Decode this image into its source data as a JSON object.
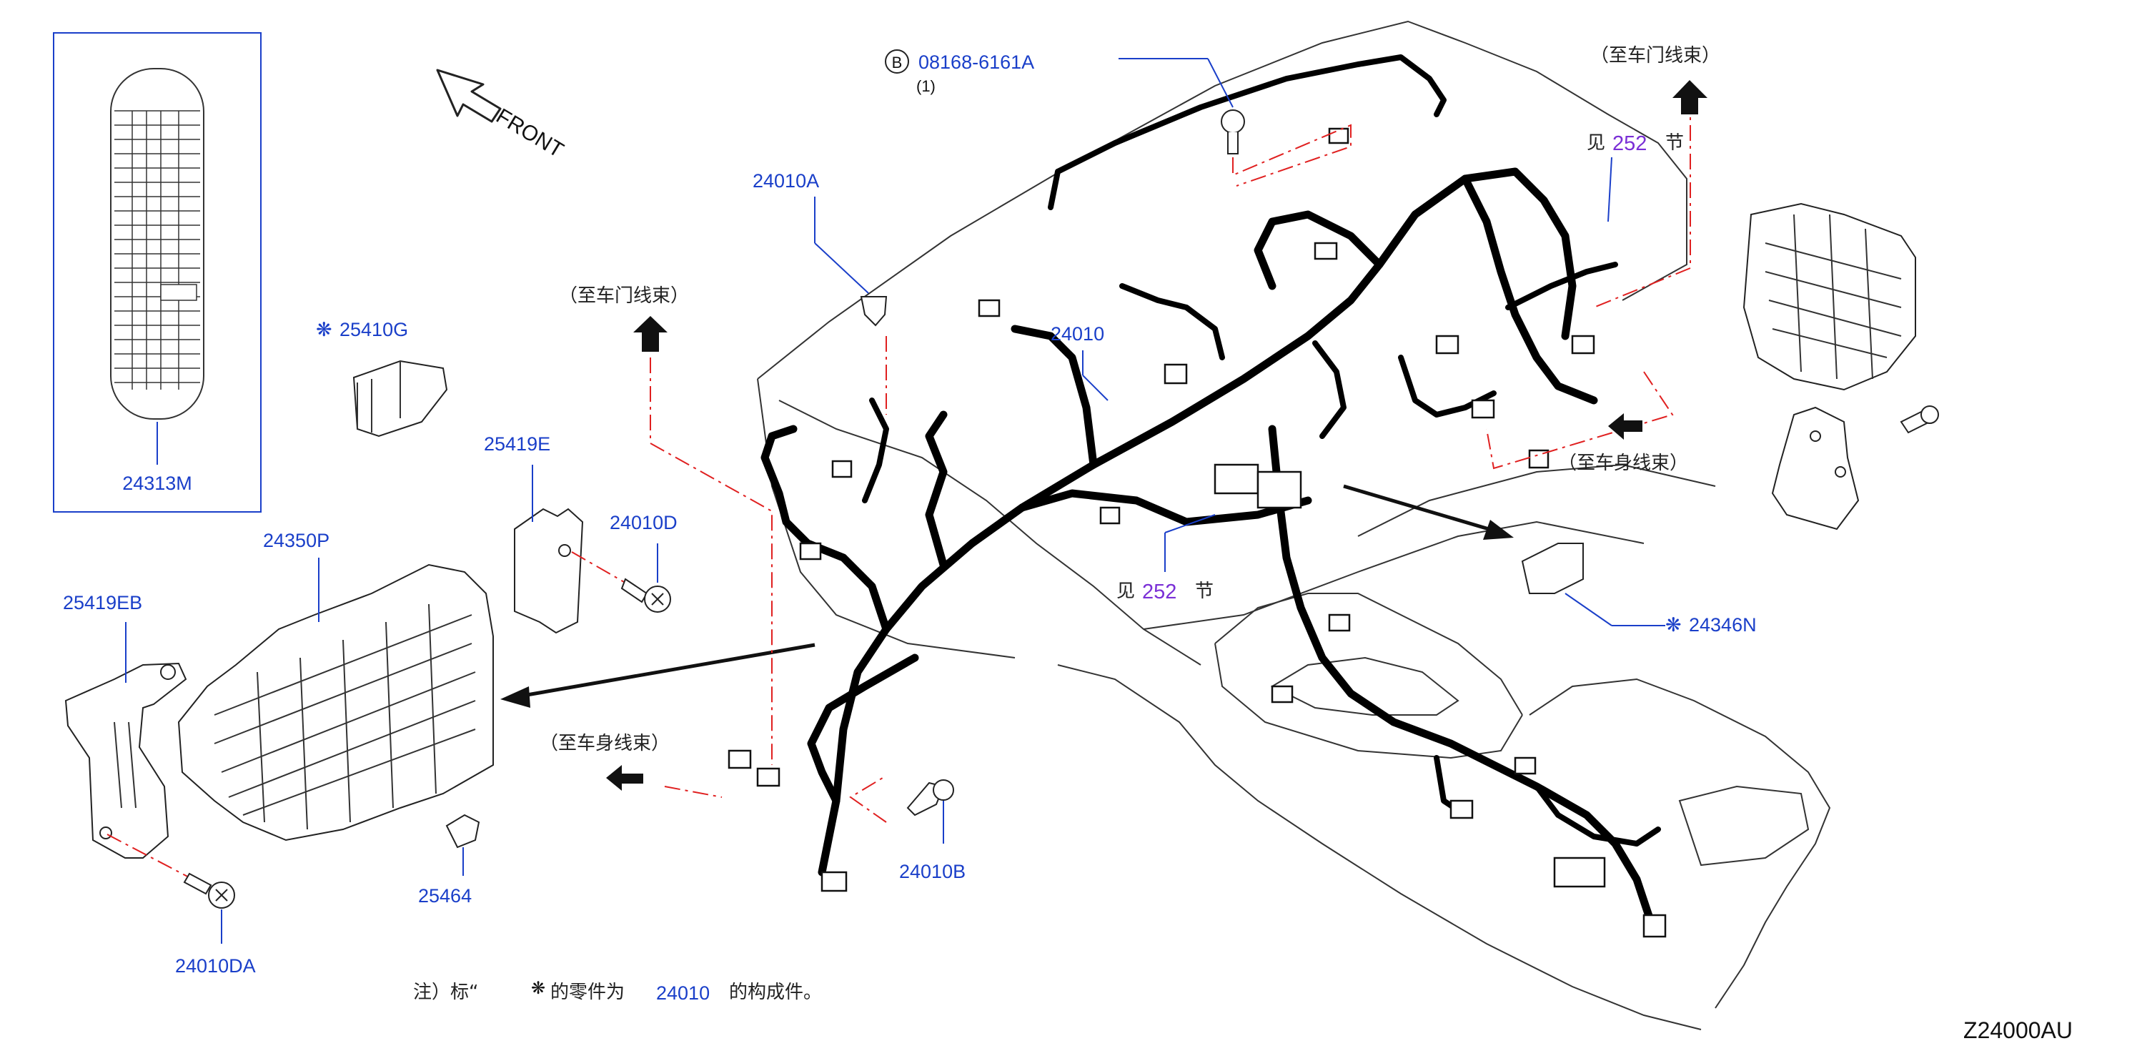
{
  "labels": {
    "front": "FRONT",
    "p_08168": "08168-6161A",
    "b_circle": "B",
    "qty_1": "(1)",
    "p_24010A": "24010A",
    "p_24010": "24010",
    "p_25410G": "25410G",
    "p_24313M": "24313M",
    "p_25419E": "25419E",
    "p_24010D": "24010D",
    "p_24350P": "24350P",
    "p_25419EB": "25419EB",
    "p_25464": "25464",
    "p_24010DA": "24010DA",
    "p_24010B": "24010B",
    "p_24346N": "24346N",
    "to_door_harness": "（至车门线束）",
    "to_body_harness": "（至车身线束）",
    "see": "见",
    "section_no": "252",
    "section": "节",
    "note_prefix": "注）标“",
    "note_mid": "的零件为",
    "note_part": "24010",
    "note_suffix": "的构成件。",
    "star": "❋",
    "diagram_code": "Z24000AU"
  }
}
